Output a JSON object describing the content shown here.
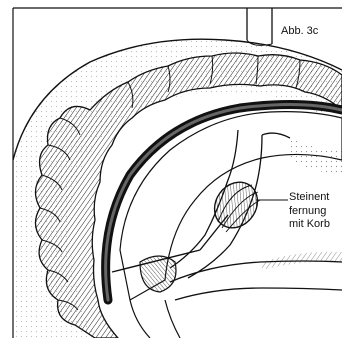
{
  "figure": {
    "label": "Abb. 3c"
  },
  "callout": {
    "lines": [
      "Steinent",
      "fernung",
      "mit Korb"
    ]
  },
  "colors": {
    "ink": "#111111",
    "paper": "#ffffff"
  }
}
